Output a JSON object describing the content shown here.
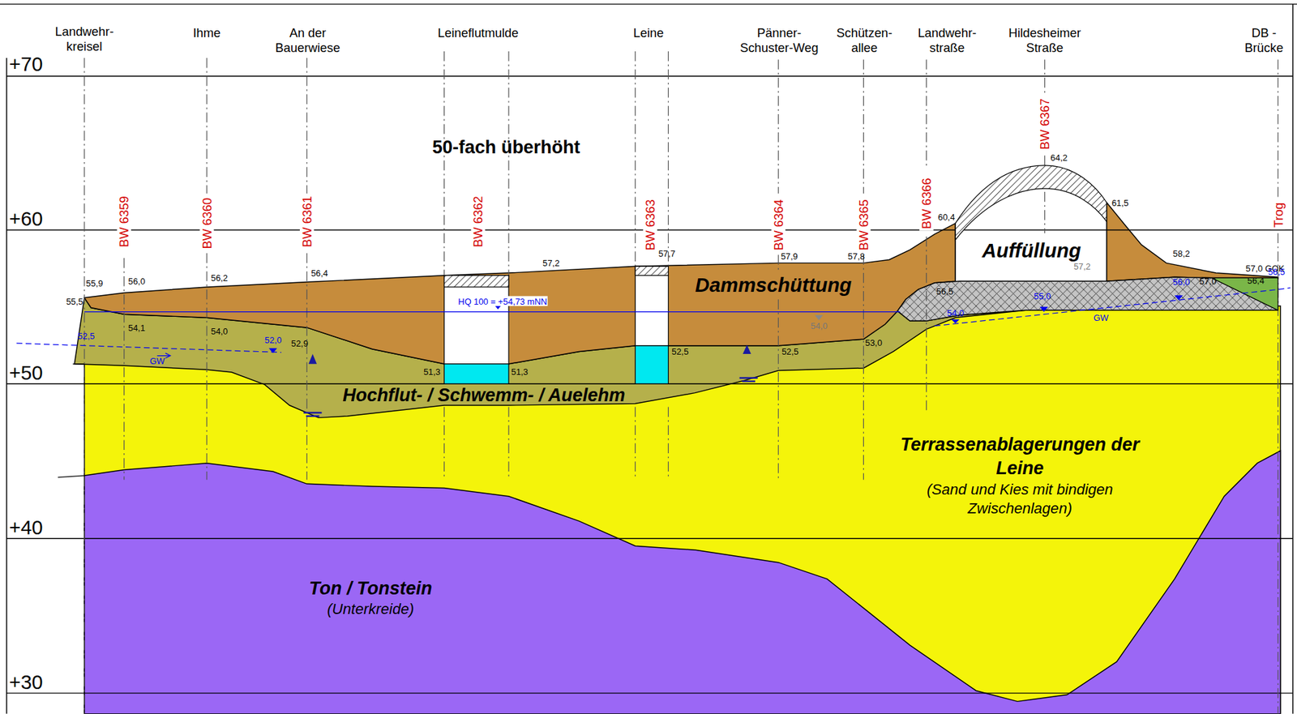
{
  "diagram": {
    "title": "50-fach überhöht",
    "nodes": [
      {
        "text": [
          "Auffüllung"
        ]
      },
      {
        "text": [
          "Dammschüttung"
        ]
      },
      {
        "text": [
          "Hochflut- / Schwemm- / Auelehm"
        ]
      },
      {
        "text": [
          "Terrassenablagerungen der Leine",
          "(Sand und Kies mit bindigen Zwischenlagen)"
        ]
      },
      {
        "text": [
          "Ton / Tonstein",
          "(Unterkreide)"
        ]
      }
    ],
    "labels": [
      "Landwehr- kreisel",
      "Ihme",
      "An der Bauerwiese",
      "Leineflutmulde",
      "Leine",
      "Pänner- Schuster-Weg",
      "Schützen- allee",
      "Landwehr- straße",
      "Hildesheimer Straße",
      "DB - Brücke",
      "+70",
      "+60",
      "+50",
      "+40",
      "+30",
      "BW 6359",
      "BW 6360",
      "BW 6361",
      "BW 6362",
      "BW 6363",
      "BW 6364",
      "BW 6365",
      "BW 6366",
      "BW 6367",
      "Trog",
      "55,9",
      "56,0",
      "56,2",
      "56,4",
      "57,2",
      "57,7",
      "57,9",
      "57,8",
      "60,4",
      "64,2",
      "61,5",
      "57,2",
      "58,2",
      "57,0 GOK",
      "56,5",
      "55,5",
      "54,1",
      "54,0",
      "52,0",
      "52,9",
      "52,5",
      "GW",
      "51,3",
      "51,3",
      "52,5",
      "52,5",
      "53,0",
      "54,0",
      "56,5",
      "54,0",
      "55,0",
      "GW",
      "56,0",
      "57,0",
      "56,4",
      "HQ 100 = +54,73 mNN"
    ]
  }
}
